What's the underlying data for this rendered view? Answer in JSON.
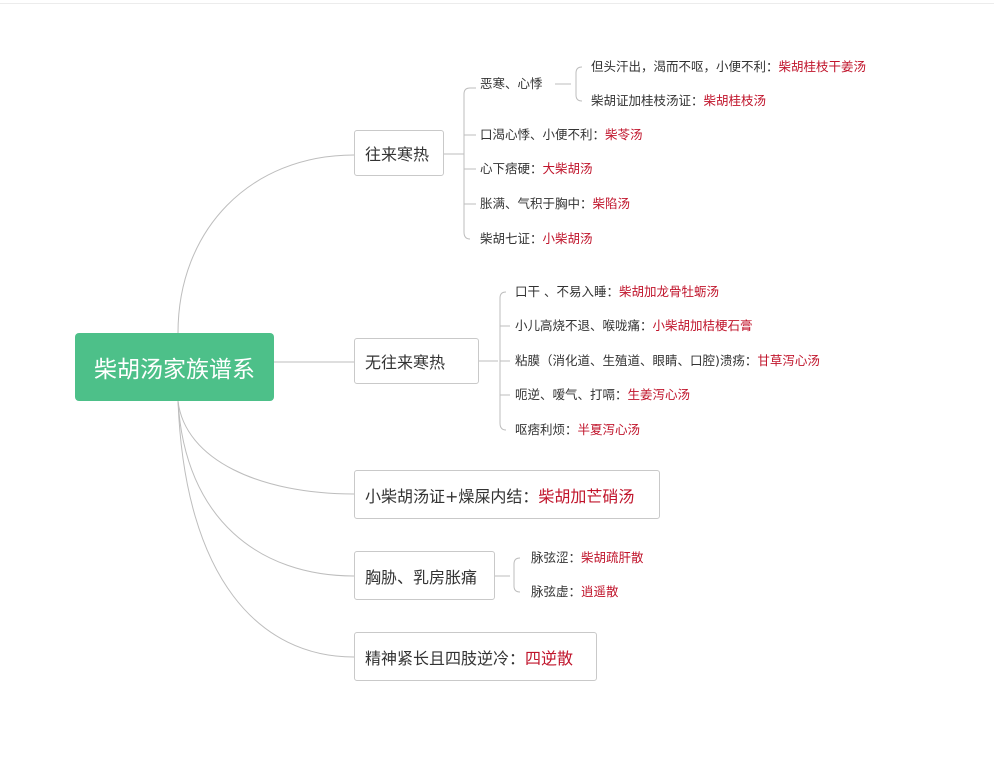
{
  "accent_color": "#4dc089",
  "highlight_color": "#c0142b",
  "root": {
    "label": "柴胡汤家族谱系"
  },
  "branches": [
    {
      "label": "往来寒热",
      "sub": {
        "label": "恶寒、心悸",
        "items": [
          {
            "text": "但头汗出，渴而不呕，小便不利：",
            "rx": "柴胡桂枝干姜汤"
          },
          {
            "text": "柴胡证加桂枝汤证：",
            "rx": "柴胡桂枝汤"
          }
        ]
      },
      "items": [
        {
          "text": "口渴心悸、小便不利：",
          "rx": "柴苓汤"
        },
        {
          "text": "心下痞硬：",
          "rx": "大柴胡汤"
        },
        {
          "text": "胀满、气积于胸中：",
          "rx": "柴陷汤"
        },
        {
          "text": "柴胡七证：",
          "rx": "小柴胡汤"
        }
      ]
    },
    {
      "label": "无往来寒热",
      "items": [
        {
          "text": "口干 、不易入睡：",
          "rx": "柴胡加龙骨牡蛎汤"
        },
        {
          "text": "小儿高烧不退、喉咙痛：",
          "rx": "小柴胡加桔梗石膏"
        },
        {
          "text": "粘膜（消化道、生殖道、眼睛、口腔)溃疡：",
          "rx": "甘草泻心汤"
        },
        {
          "text": "呃逆、嗳气、打嗝：",
          "rx": "生姜泻心汤"
        },
        {
          "text": "呕痞利烦：",
          "rx": "半夏泻心汤"
        }
      ]
    },
    {
      "label": "小柴胡汤证+燥屎内结：",
      "rx": "柴胡加芒硝汤"
    },
    {
      "label": "胸胁、乳房胀痛",
      "items": [
        {
          "text": "脉弦涩：",
          "rx": "柴胡疏肝散"
        },
        {
          "text": "脉弦虚：",
          "rx": "逍遥散"
        }
      ]
    },
    {
      "label": "精神紧长且四肢逆冷：",
      "rx": "四逆散"
    }
  ]
}
